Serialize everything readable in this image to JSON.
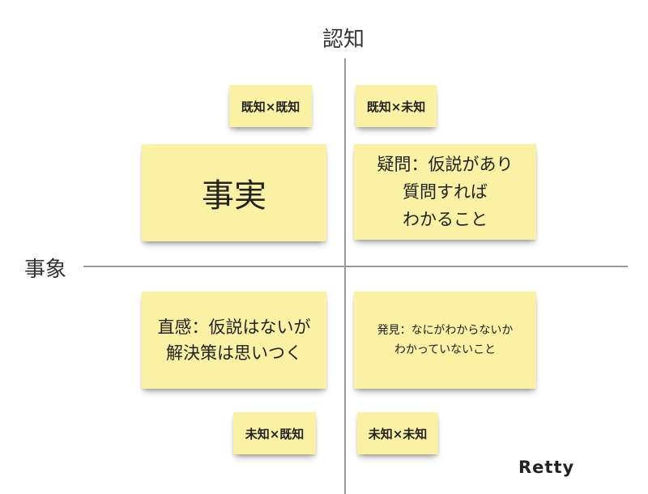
{
  "axes": {
    "top_label": "認知",
    "left_label": "事象"
  },
  "notes": {
    "known_known": "既知×既知",
    "known_unknown": "既知×未知",
    "unknown_known": "未知×既知",
    "unknown_unknown": "未知×未知",
    "fact": "事実",
    "doubt": "疑問：仮説があり\n質問すれば\nわかること",
    "intuition": "直感：仮説はないが\n解決策は思いつく",
    "discovery": "発見：なにがわからないか\nわかっていないこと"
  },
  "brand": {
    "logo": "Retty"
  }
}
